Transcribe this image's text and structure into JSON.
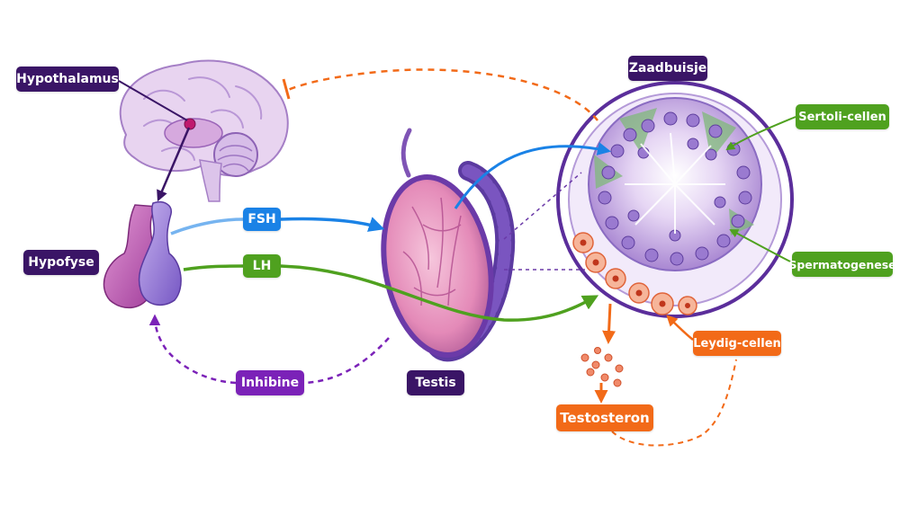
{
  "labels": {
    "hypothalamus": "Hypothalamus",
    "hypofyse": "Hypofyse",
    "fsh": "FSH",
    "lh": "LH",
    "inhibine": "Inhibine",
    "testis": "Testis",
    "zaadbuisje": "Zaadbuisje",
    "sertoli": "Sertoli-cellen",
    "spermatogenese": "Spermatogenese",
    "leydig": "Leydig-cellen",
    "testosteron": "Testosteron"
  },
  "colors": {
    "fsh": "#1a82e6",
    "lh": "#4fa11f",
    "inhibine": "#7b22b8",
    "testosteron": "#f26a18",
    "label_dark": "#3a1566"
  }
}
